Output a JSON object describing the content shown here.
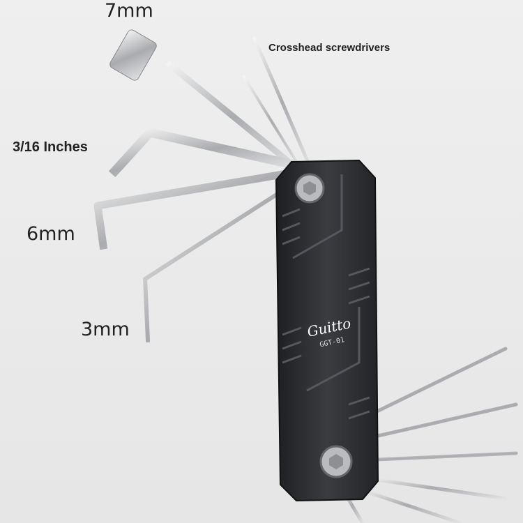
{
  "labels": {
    "wrench_7mm": "7mm",
    "screwdrivers": "Crosshead screwdrivers",
    "hex_3_16": "3/16 Inches",
    "hex_6mm": "6mm",
    "hex_3mm": "3mm"
  },
  "product": {
    "brand": "Guitto",
    "model": "GGT-01"
  },
  "colors": {
    "background": "#ececec",
    "body": "#2e3033",
    "steel": "#c8c9cc"
  }
}
